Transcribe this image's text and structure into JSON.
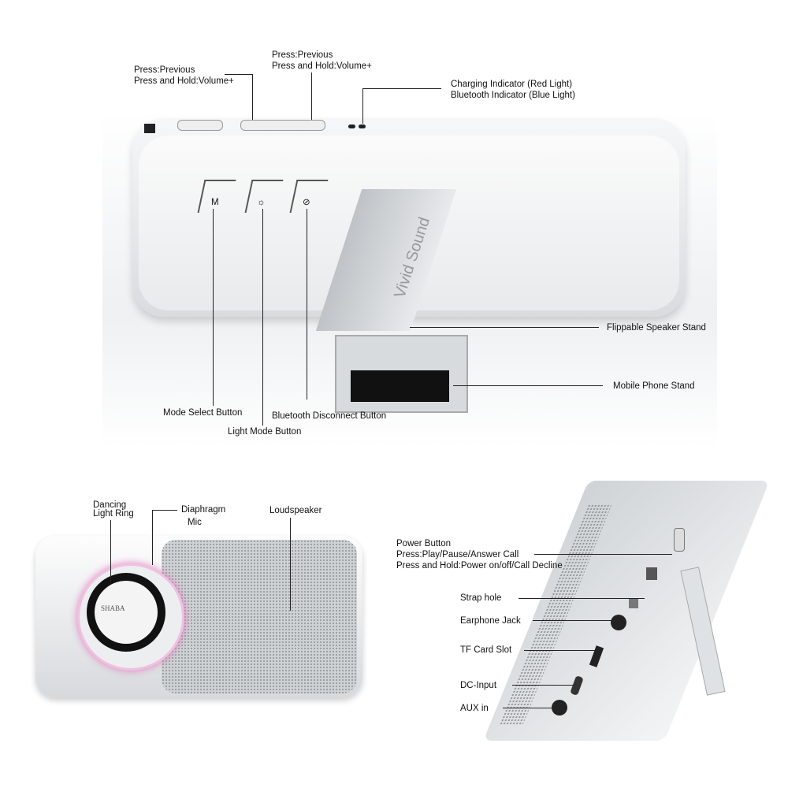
{
  "top_view": {
    "prev_button_left": {
      "line1": "Press:Previous",
      "line2": "Press and Hold:Volume+"
    },
    "prev_button_right": {
      "line1": "Press:Previous",
      "line2": "Press and Hold:Volume+"
    },
    "indicators": {
      "line1": "Charging Indicator (Red Light)",
      "line2": "Bluetooth Indicator (Blue Light)"
    },
    "flippable_stand": "Flippable Speaker Stand",
    "phone_stand": "Mobile Phone Stand",
    "mode_select": "Mode Select Button",
    "light_mode": "Light Mode Button",
    "bt_disconnect": "Bluetooth Disconnect Button",
    "stand_text": "Vivid Sound",
    "button_glyphs": [
      "M",
      "☼",
      "⊘"
    ]
  },
  "front_view": {
    "light_ring": {
      "line1": "Dancing",
      "line2": "Light Ring"
    },
    "diaphragm": "Diaphragm",
    "mic": "Mic",
    "loudspeaker": "Loudspeaker",
    "brand": "SHABA"
  },
  "side_view": {
    "power": {
      "line1": "Power Button",
      "line2": "Press:Play/Pause/Answer Call",
      "line3": "Press and Hold:Power on/off/Call Decline"
    },
    "strap_hole": "Strap hole",
    "earphone_jack": "Earphone Jack",
    "tf_slot": "TF Card Slot",
    "dc_input": "DC-Input",
    "aux_in": "AUX in"
  },
  "colors": {
    "ring_glow": "#e080c0",
    "body": "#e8eaec"
  }
}
